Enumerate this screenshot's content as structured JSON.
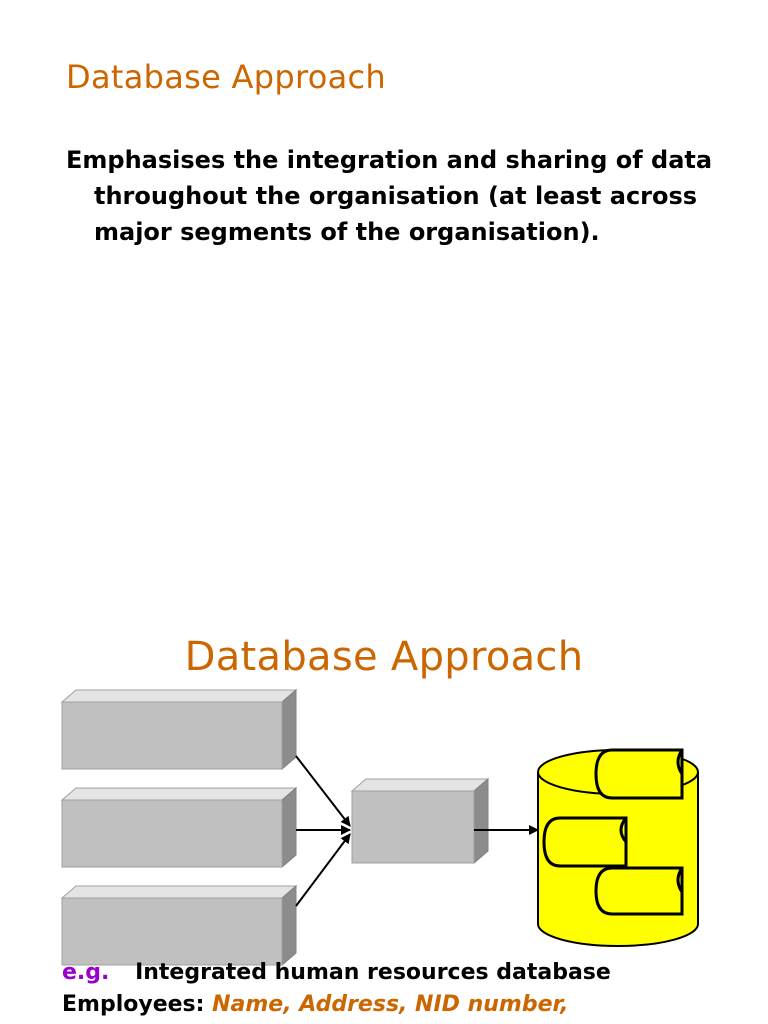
{
  "slide1": {
    "title": "Database Approach",
    "body": "Emphasises the integration and sharing of data throughout the organisation (at least across major segments of the organisation)."
  },
  "slide2": {
    "title": "Database Approach",
    "example_label": "e.g.",
    "example_text": "Integrated human resources database",
    "employees_label": "Employees:",
    "employees_fields": "Name, Address, NID number,"
  },
  "colors": {
    "title": "#cc6600",
    "body_text": "#000000",
    "example_label": "#9900cc",
    "fields": "#cc6600",
    "box_face": "#c0c0c0",
    "database_fill": "#ffff00"
  },
  "icons": {
    "database": "database-cylinder-icon",
    "file": "scroll-file-icon"
  }
}
